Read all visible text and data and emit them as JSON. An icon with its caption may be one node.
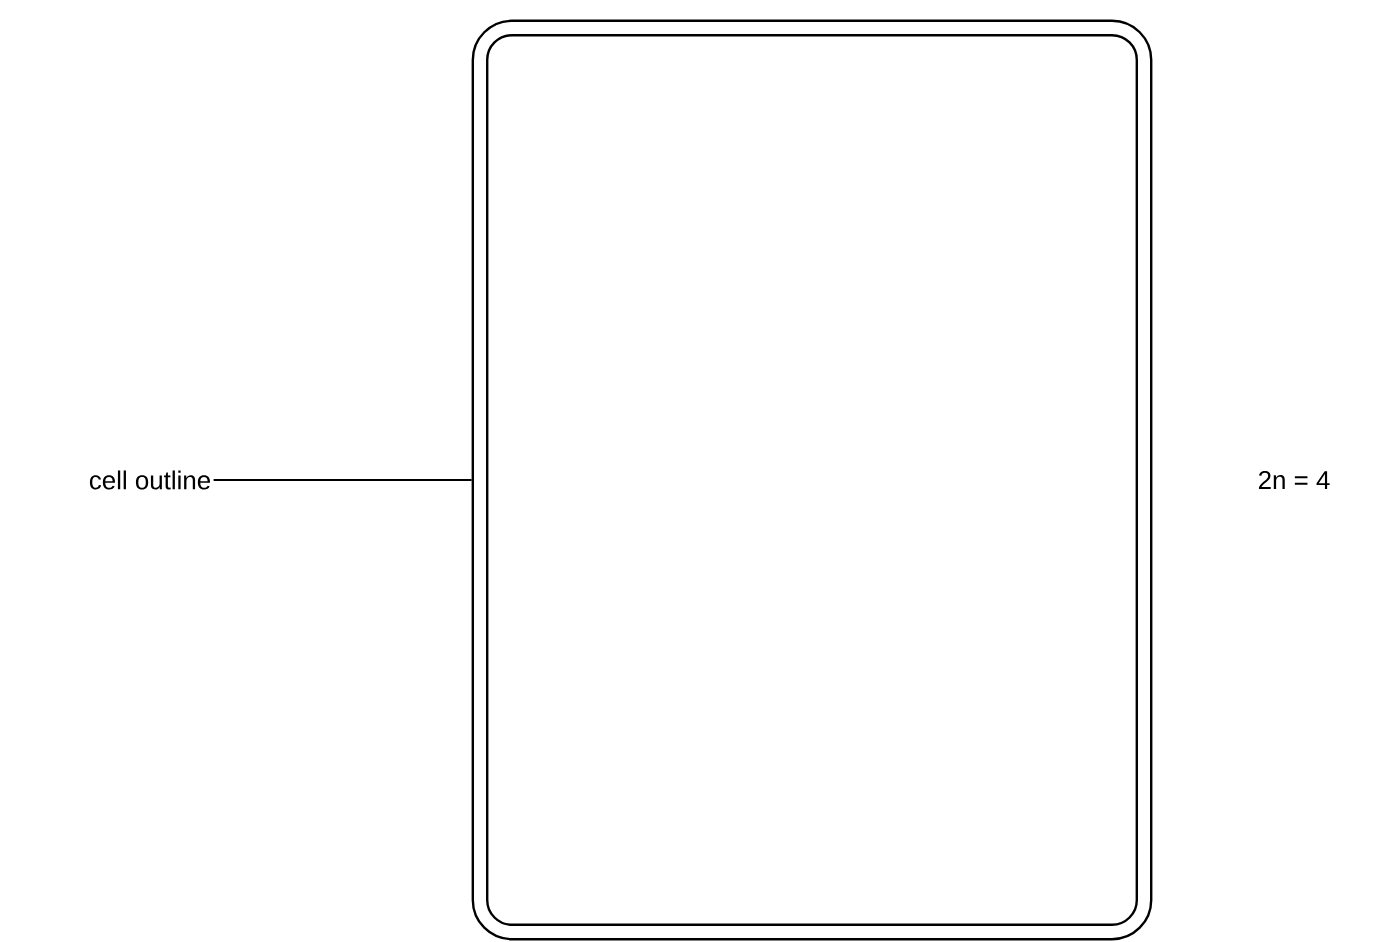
{
  "diagram": {
    "nodes": [
      {
        "text": [
          "cell outline"
        ]
      },
      {
        "text": [],
        "shape": "box"
      }
    ],
    "edges": [
      {
        "from": 0,
        "to": 1,
        "arrow": "none"
      }
    ],
    "labels": [
      "2n = 4"
    ]
  }
}
